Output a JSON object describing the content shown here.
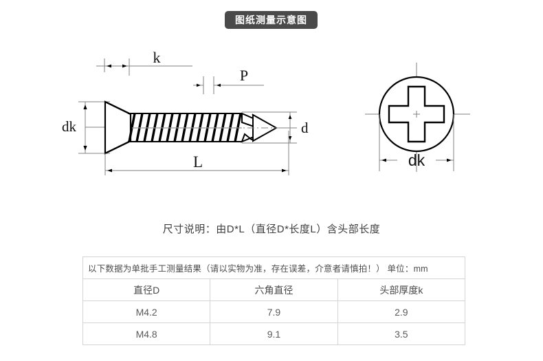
{
  "banner": {
    "title": "图纸测量示意图"
  },
  "drawing": {
    "labels": {
      "k": "k",
      "P": "P",
      "dk_side": "dk",
      "d": "d",
      "L": "L",
      "dk_top": "dk"
    },
    "icons": {
      "side_view": "countersunk-self-drilling-screw-side-view",
      "top_view": "phillips-cross-recess-head-top-view"
    }
  },
  "caption": {
    "text": "尺寸说明：由D*L（直径D*长度L）含头部长度"
  },
  "table": {
    "note": "以下数据为单批手工测量结果（请以实物为准，存在误差，介意者请慎拍！）  单位：mm",
    "columns": [
      "直径D",
      "六角直径",
      "头部厚度k"
    ],
    "rows": [
      [
        "M4.2",
        "7.9",
        "2.9"
      ],
      [
        "M4.8",
        "9.1",
        "3.5"
      ]
    ]
  },
  "colors": {
    "banner_bg": "#4a4a4a",
    "banner_text": "#ffffff",
    "line": "#000000",
    "dim_line": "#808080",
    "table_border": "#d4d4d4",
    "page_bg": "#ffffff"
  }
}
